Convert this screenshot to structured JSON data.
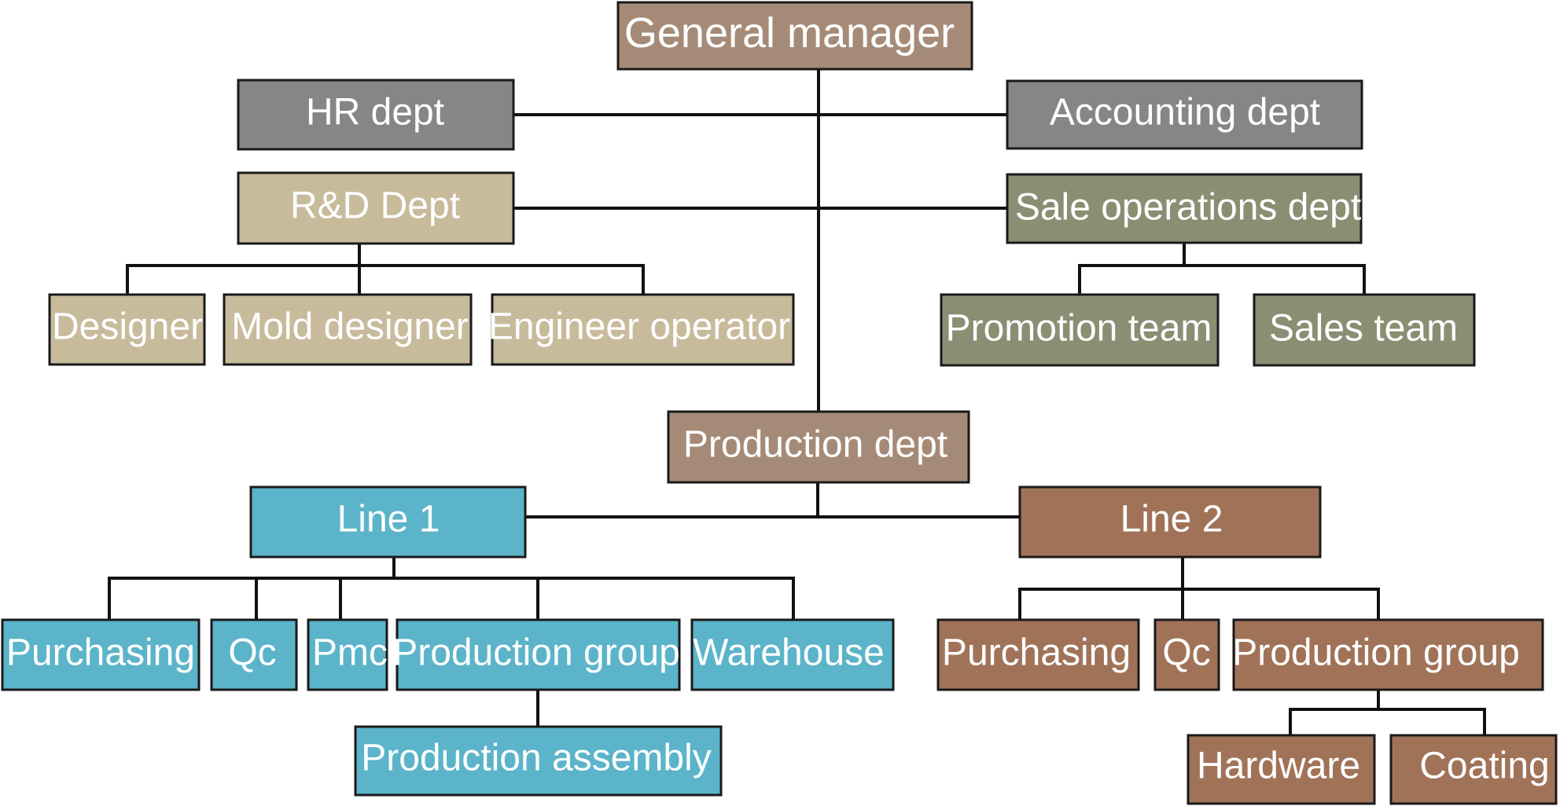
{
  "colors": {
    "brown_taupe": "#a58b77",
    "gray": "#868686",
    "tan": "#c8bb9c",
    "olive": "#8a8f73",
    "teal": "#5bb4c9",
    "rust": "#a07358",
    "line": "#111111"
  },
  "nodes": {
    "general_manager": "General manager",
    "hr_dept": "HR dept",
    "accounting_dept": "Accounting dept",
    "rd_dept": "R&D Dept",
    "sale_operations_dept": "Sale operations dept",
    "designer": "Designer",
    "mold_designer": "Mold designer",
    "engineer_operator": "Engineer operator",
    "promotion_team": "Promotion team",
    "sales_team": "Sales team",
    "production_dept": "Production dept",
    "line_1": "Line 1",
    "line_2": "Line 2",
    "l1_purchasing": "Purchasing",
    "l1_qc": "Qc",
    "l1_pmc": "Pmc",
    "l1_production_group": "Production group",
    "l1_warehouse": "Warehouse",
    "production_assembly": "Production assembly",
    "l2_purchasing": "Purchasing",
    "l2_qc": "Qc",
    "l2_production_group": "Production group",
    "hardware": "Hardware",
    "coating": "Coating"
  }
}
